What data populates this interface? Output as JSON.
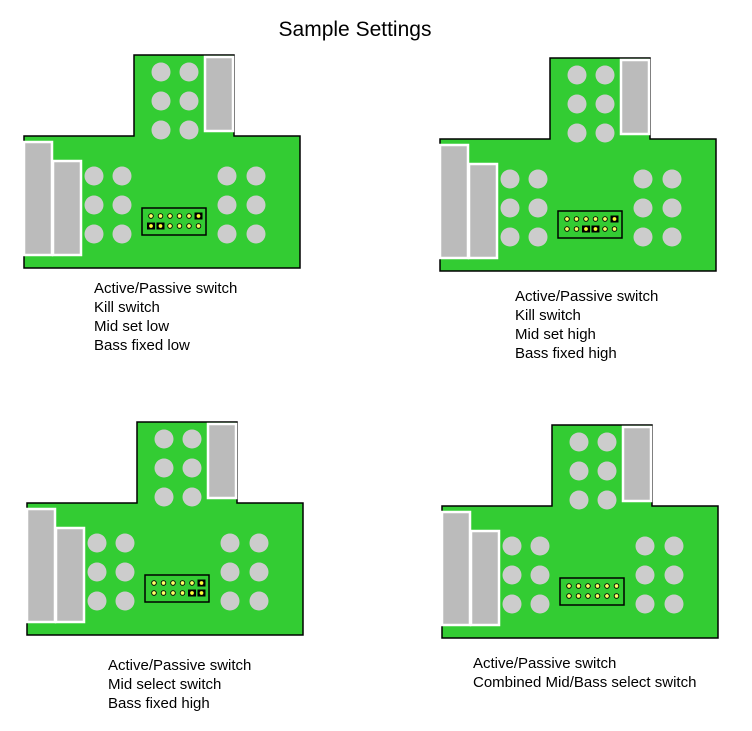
{
  "title": "Sample Settings",
  "colors": {
    "board": "#33cc33",
    "pot": "#cccccc",
    "connector": "#bbbbbb",
    "outline": "#000000"
  },
  "boards": [
    {
      "id": "1",
      "caption": [
        "Active/Passive switch",
        "Kill switch",
        "Mid set low",
        "Bass fixed low"
      ],
      "jumpers": {
        "top": [
          0,
          0,
          0,
          0,
          0,
          1
        ],
        "bottom": [
          1,
          1,
          0,
          0,
          0,
          0
        ]
      }
    },
    {
      "id": "2",
      "caption": [
        "Active/Passive switch",
        "Kill switch",
        "Mid set high",
        "Bass fixed high"
      ],
      "jumpers": {
        "top": [
          0,
          0,
          0,
          0,
          0,
          1
        ],
        "bottom": [
          0,
          0,
          1,
          1,
          0,
          0
        ]
      }
    },
    {
      "id": "3",
      "caption": [
        "Active/Passive switch",
        "Mid select switch",
        "Bass fixed high"
      ],
      "jumpers": {
        "top": [
          0,
          0,
          0,
          0,
          0,
          1
        ],
        "bottom": [
          0,
          0,
          0,
          0,
          1,
          1
        ]
      }
    },
    {
      "id": "4",
      "caption": [
        "Active/Passive switch",
        "Combined Mid/Bass select switch"
      ],
      "jumpers": {
        "top": [
          0,
          0,
          0,
          0,
          0,
          0
        ],
        "bottom": [
          0,
          0,
          0,
          0,
          0,
          0
        ]
      }
    }
  ]
}
